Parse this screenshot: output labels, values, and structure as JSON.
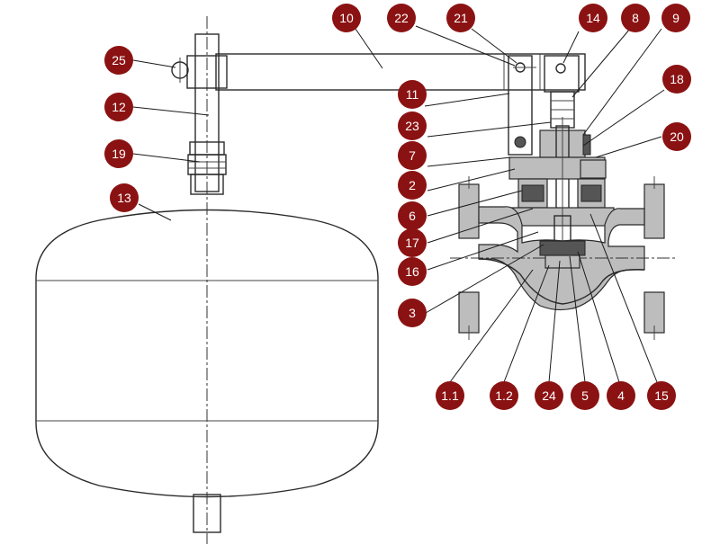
{
  "callouts": [
    {
      "id": "c25",
      "label": "25"
    },
    {
      "id": "c12",
      "label": "12"
    },
    {
      "id": "c19",
      "label": "19"
    },
    {
      "id": "c13",
      "label": "13"
    },
    {
      "id": "c10",
      "label": "10"
    },
    {
      "id": "c22",
      "label": "22"
    },
    {
      "id": "c21",
      "label": "21"
    },
    {
      "id": "c14",
      "label": "14"
    },
    {
      "id": "c8",
      "label": "8"
    },
    {
      "id": "c9",
      "label": "9"
    },
    {
      "id": "c18",
      "label": "18"
    },
    {
      "id": "c20",
      "label": "20"
    },
    {
      "id": "c11",
      "label": "11"
    },
    {
      "id": "c23",
      "label": "23"
    },
    {
      "id": "c7",
      "label": "7"
    },
    {
      "id": "c2",
      "label": "2"
    },
    {
      "id": "c6",
      "label": "6"
    },
    {
      "id": "c17",
      "label": "17"
    },
    {
      "id": "c16",
      "label": "16"
    },
    {
      "id": "c3",
      "label": "3"
    },
    {
      "id": "c1_1",
      "label": "1.1"
    },
    {
      "id": "c1_2",
      "label": "1.2"
    },
    {
      "id": "c24",
      "label": "24"
    },
    {
      "id": "c5",
      "label": "5"
    },
    {
      "id": "c4",
      "label": "4"
    },
    {
      "id": "c15",
      "label": "15"
    }
  ],
  "colors": {
    "callout_fill": "#8b1212",
    "callout_text": "#ffffff",
    "line": "#2a2a2a",
    "section_fill": "#bdbdbd"
  }
}
